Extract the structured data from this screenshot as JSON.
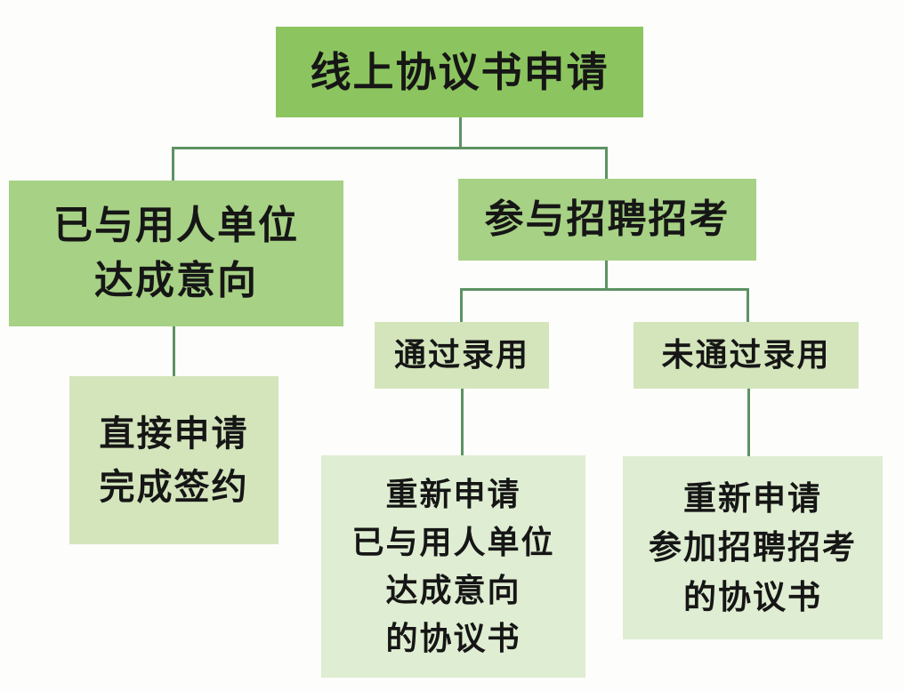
{
  "diagram": {
    "type": "flowchart",
    "title": "线上协议书申请",
    "colors": {
      "root_fill": "#8cc55f",
      "branch_fill": "#a7d185",
      "mid_leaf_fill": "#d4e5bc",
      "light_leaf_fill": "#dfedd2",
      "connector": "#5d9263",
      "text": "#161616",
      "background": "#fdfdfb"
    },
    "nodes": {
      "root": {
        "label": "线上协议书申请"
      },
      "intent": {
        "label": "已与用人单位\n达成意向"
      },
      "recruit": {
        "label": "参与招聘招考"
      },
      "hired": {
        "label": "通过录用"
      },
      "not_hired": {
        "label": "未通过录用"
      },
      "direct_sign": {
        "label": "直接申请\n完成签约"
      },
      "reapply_intent": {
        "label": "重新申请\n已与用人单位\n达成意向\n的协议书"
      },
      "reapply_recruit": {
        "label": "重新申请\n参加招聘招考\n的协议书"
      }
    },
    "edges": [
      {
        "from": "root",
        "to": "intent"
      },
      {
        "from": "root",
        "to": "recruit"
      },
      {
        "from": "intent",
        "to": "direct_sign"
      },
      {
        "from": "recruit",
        "to": "hired"
      },
      {
        "from": "recruit",
        "to": "not_hired"
      },
      {
        "from": "hired",
        "to": "reapply_intent"
      },
      {
        "from": "not_hired",
        "to": "reapply_recruit"
      }
    ]
  }
}
